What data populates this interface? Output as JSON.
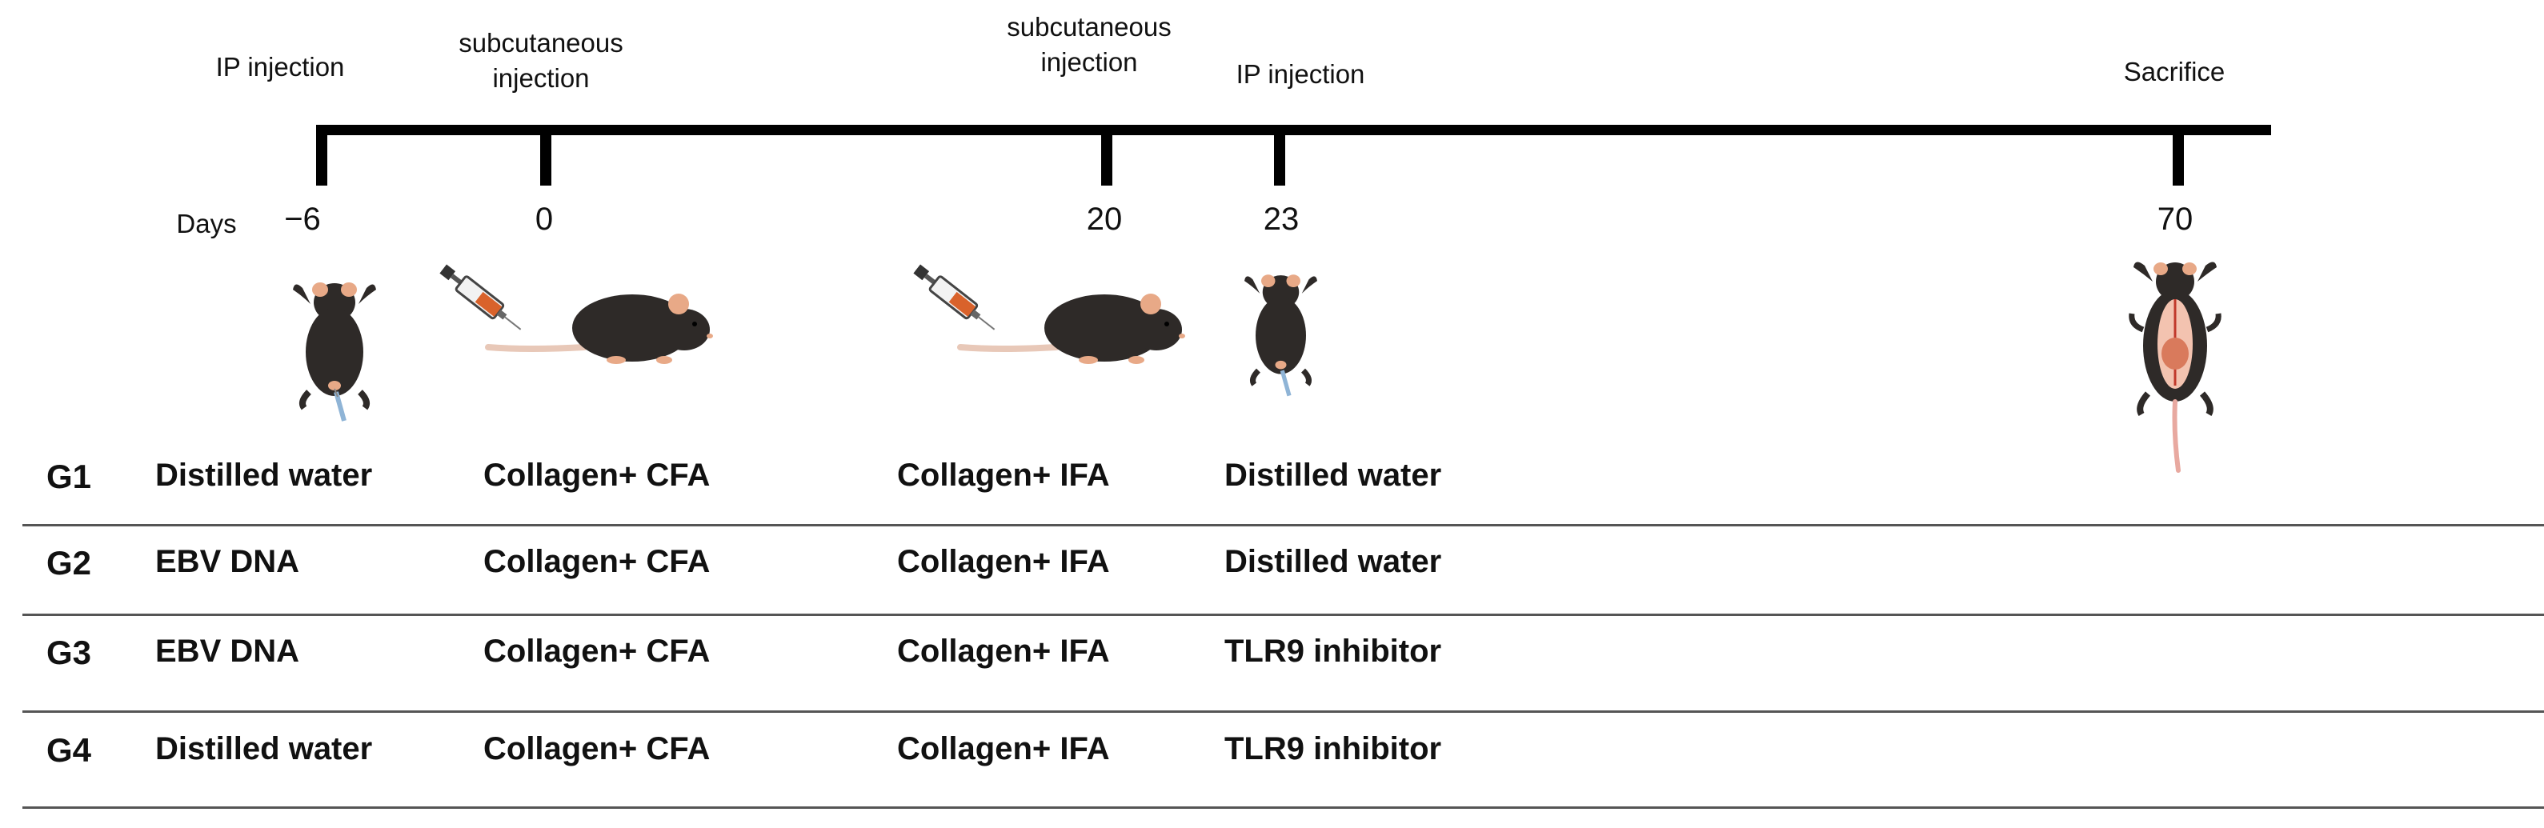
{
  "timeline": {
    "days_word": "Days",
    "events": [
      {
        "day": "−6",
        "label_lines": [
          "IP injection"
        ]
      },
      {
        "day": "0",
        "label_lines": [
          "subcutaneous",
          "injection"
        ]
      },
      {
        "day": "20",
        "label_lines": [
          "subcutaneous",
          "injection"
        ]
      },
      {
        "day": "23",
        "label_lines": [
          "IP injection"
        ]
      },
      {
        "day": "70",
        "label_lines": [
          "Sacrifice"
        ]
      }
    ]
  },
  "groups": [
    {
      "id": "G1",
      "cells": [
        "Distilled water",
        "Collagen+ CFA",
        "Collagen+ IFA",
        "Distilled water"
      ]
    },
    {
      "id": "G2",
      "cells": [
        "EBV DNA",
        "Collagen+ CFA",
        "Collagen+ IFA",
        "Distilled water"
      ]
    },
    {
      "id": "G3",
      "cells": [
        "EBV DNA",
        "Collagen+ CFA",
        "Collagen+ IFA",
        "TLR9 inhibitor"
      ]
    },
    {
      "id": "G4",
      "cells": [
        "Distilled water",
        "Collagen+ CFA",
        "Collagen+ IFA",
        "TLR9 inhibitor"
      ]
    }
  ],
  "icons": [
    {
      "name": "mouse-ip-injection-icon"
    },
    {
      "name": "syringe-icon"
    },
    {
      "name": "mouse-side-view-icon"
    },
    {
      "name": "syringe-icon"
    },
    {
      "name": "mouse-side-view-icon"
    },
    {
      "name": "mouse-ip-injection-icon"
    },
    {
      "name": "mouse-dissected-icon"
    }
  ],
  "colors": {
    "mouse_body": "#2e2a28",
    "mouse_ear": "#e8a987",
    "tail": "#e8c8b8",
    "syringe_fluid": "#d9622b"
  }
}
